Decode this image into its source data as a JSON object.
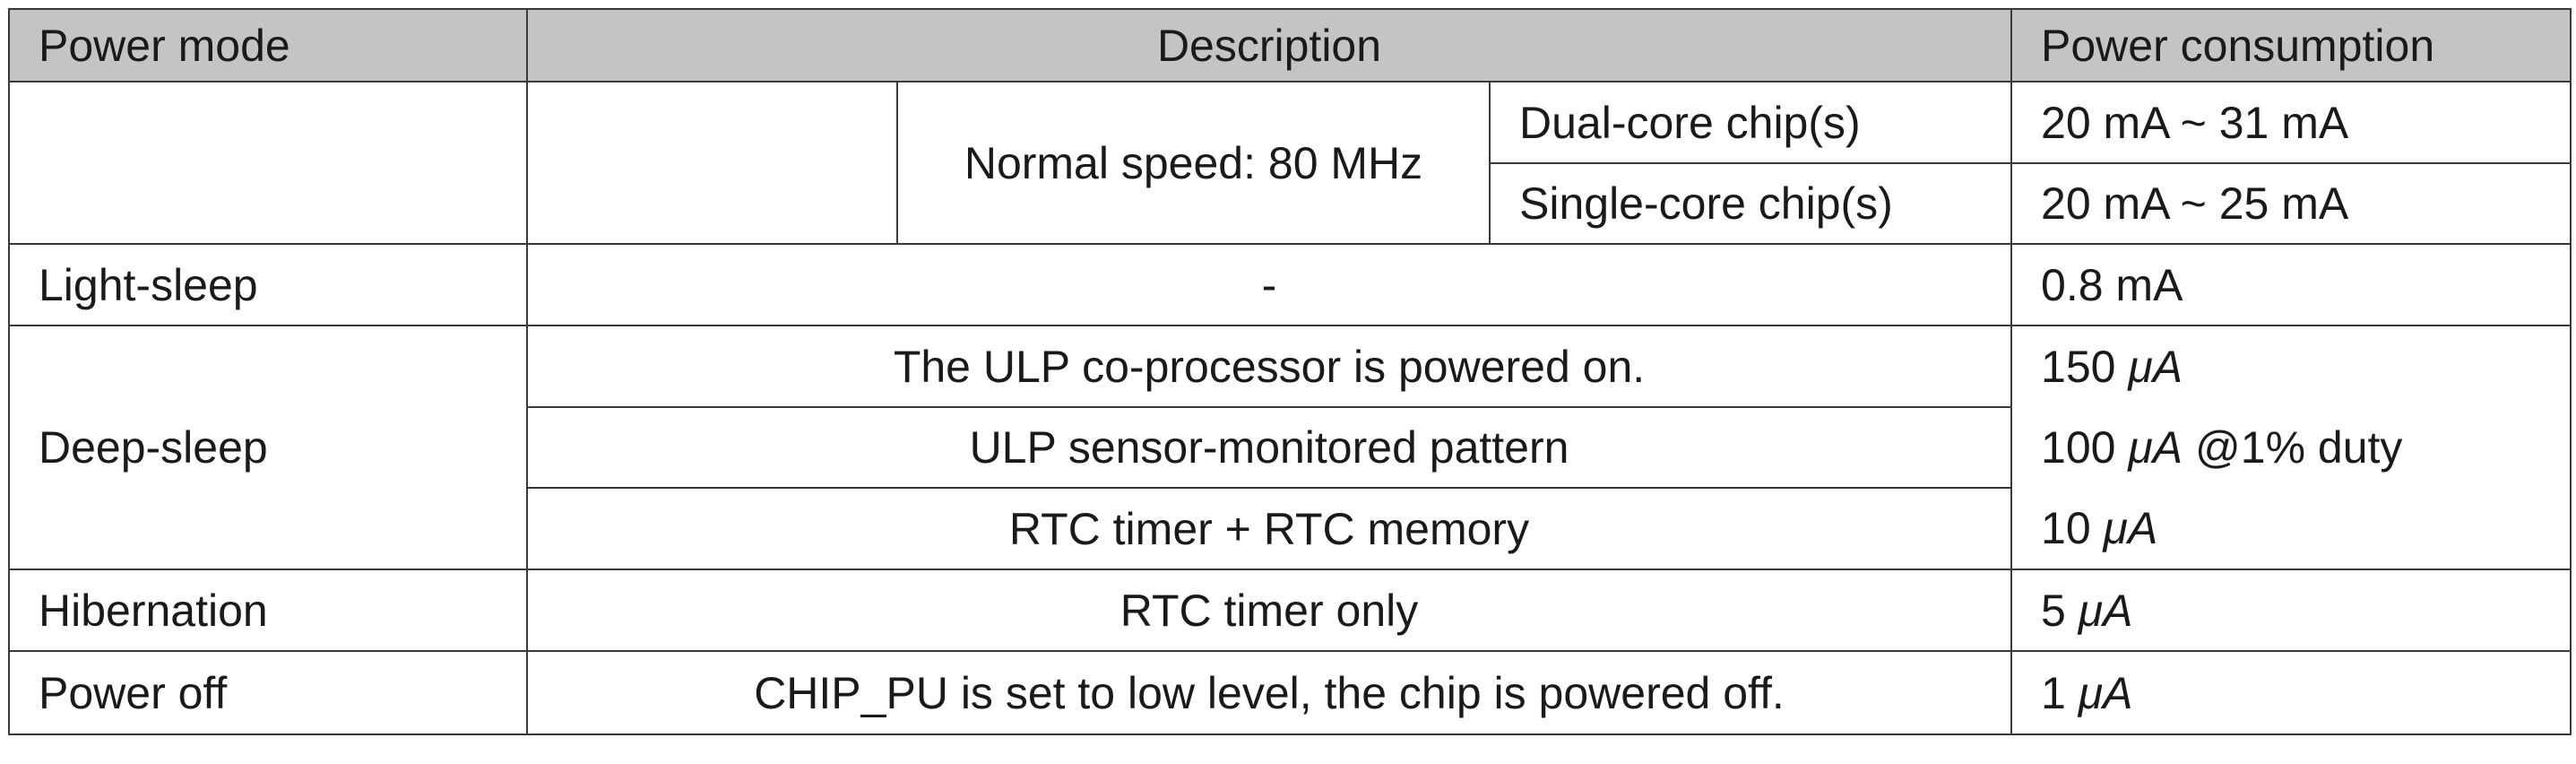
{
  "table": {
    "headers": {
      "power_mode": "Power mode",
      "description": "Description",
      "power_consumption": "Power consumption"
    },
    "active": {
      "power_mode": "",
      "description_col1": "",
      "speed": "Normal speed: 80 MHz",
      "rows": [
        {
          "chip": "Dual-core chip(s)",
          "power": "20 mA ~ 31 mA"
        },
        {
          "chip": "Single-core chip(s)",
          "power": "20 mA ~ 25 mA"
        }
      ]
    },
    "light_sleep": {
      "power_mode": "Light-sleep",
      "description": "-",
      "power": "0.8 mA"
    },
    "deep_sleep": {
      "power_mode": "Deep-sleep",
      "rows": [
        {
          "description": "The ULP co-processor is powered on.",
          "power_value": "150",
          "power_unit": "μA",
          "power_suffix": ""
        },
        {
          "description": "ULP sensor-monitored pattern",
          "power_value": "100",
          "power_unit": "μA",
          "power_suffix": "@1% duty"
        },
        {
          "description": "RTC timer + RTC memory",
          "power_value": "10",
          "power_unit": "μA",
          "power_suffix": ""
        }
      ]
    },
    "hibernation": {
      "power_mode": "Hibernation",
      "description": "RTC timer only",
      "power_value": "5",
      "power_unit": "μA"
    },
    "power_off": {
      "power_mode": "Power off",
      "description": "CHIP_PU is set to low level, the chip is powered off.",
      "power_value": "1",
      "power_unit": "μA"
    }
  }
}
